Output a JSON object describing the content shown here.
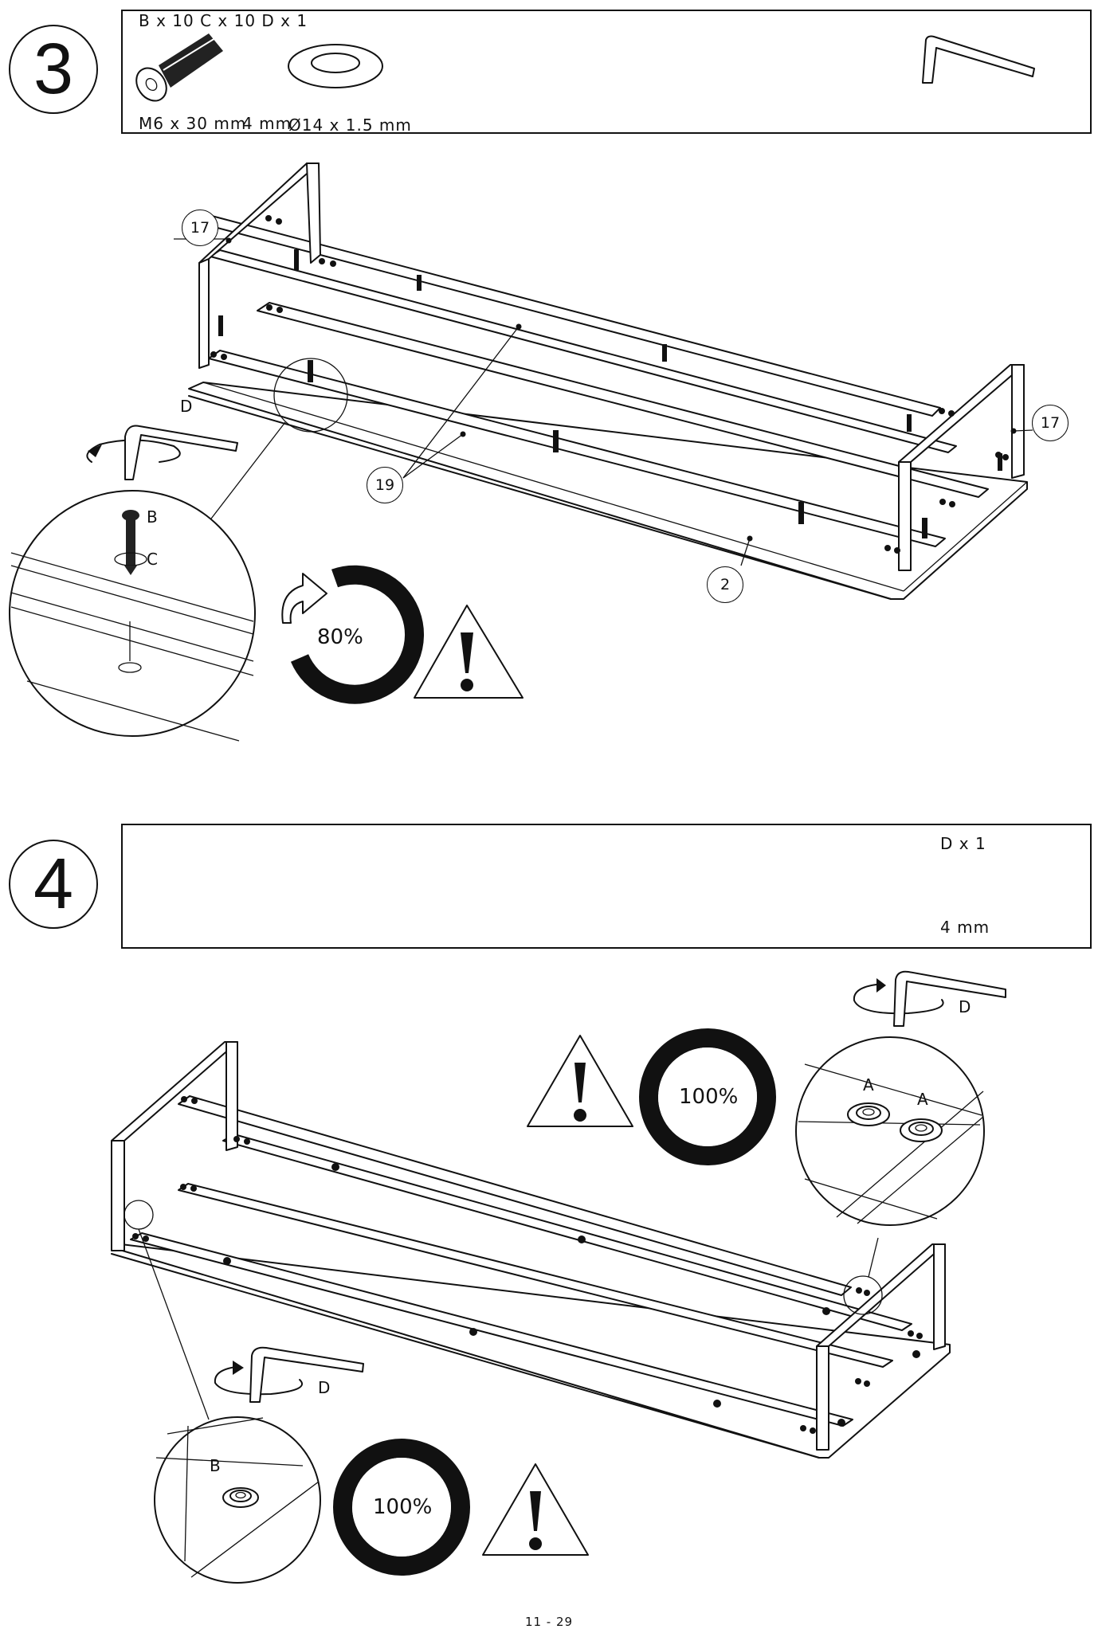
{
  "step3": {
    "number": "3",
    "parts_text": "B x 10 C x 10 D x 1",
    "bolt_label": "M6 x 30 mm",
    "wrench_label": "4 mm",
    "washer_label": "Ø14 x 1.5 mm",
    "callout_17_left": "17",
    "callout_17_right": "17",
    "callout_19": "19",
    "callout_2": "2",
    "label_d": "D",
    "detail_b": "B",
    "detail_c": "C",
    "percent": "80%"
  },
  "step4": {
    "number": "4",
    "parts_text": "D x 1",
    "wrench_label": "4 mm",
    "label_d_top": "D",
    "label_d_bottom": "D",
    "detail_a1": "A",
    "detail_a2": "A",
    "detail_b": "B",
    "percent_top": "100%",
    "percent_bottom": "100%"
  },
  "footer": {
    "page_number": "11 - 29"
  },
  "icons": {
    "warning": "warning-triangle-icon",
    "rotate": "rotate-arrow-icon",
    "allen_key": "allen-key-icon",
    "bolt": "bolt-icon",
    "washer": "washer-icon"
  }
}
